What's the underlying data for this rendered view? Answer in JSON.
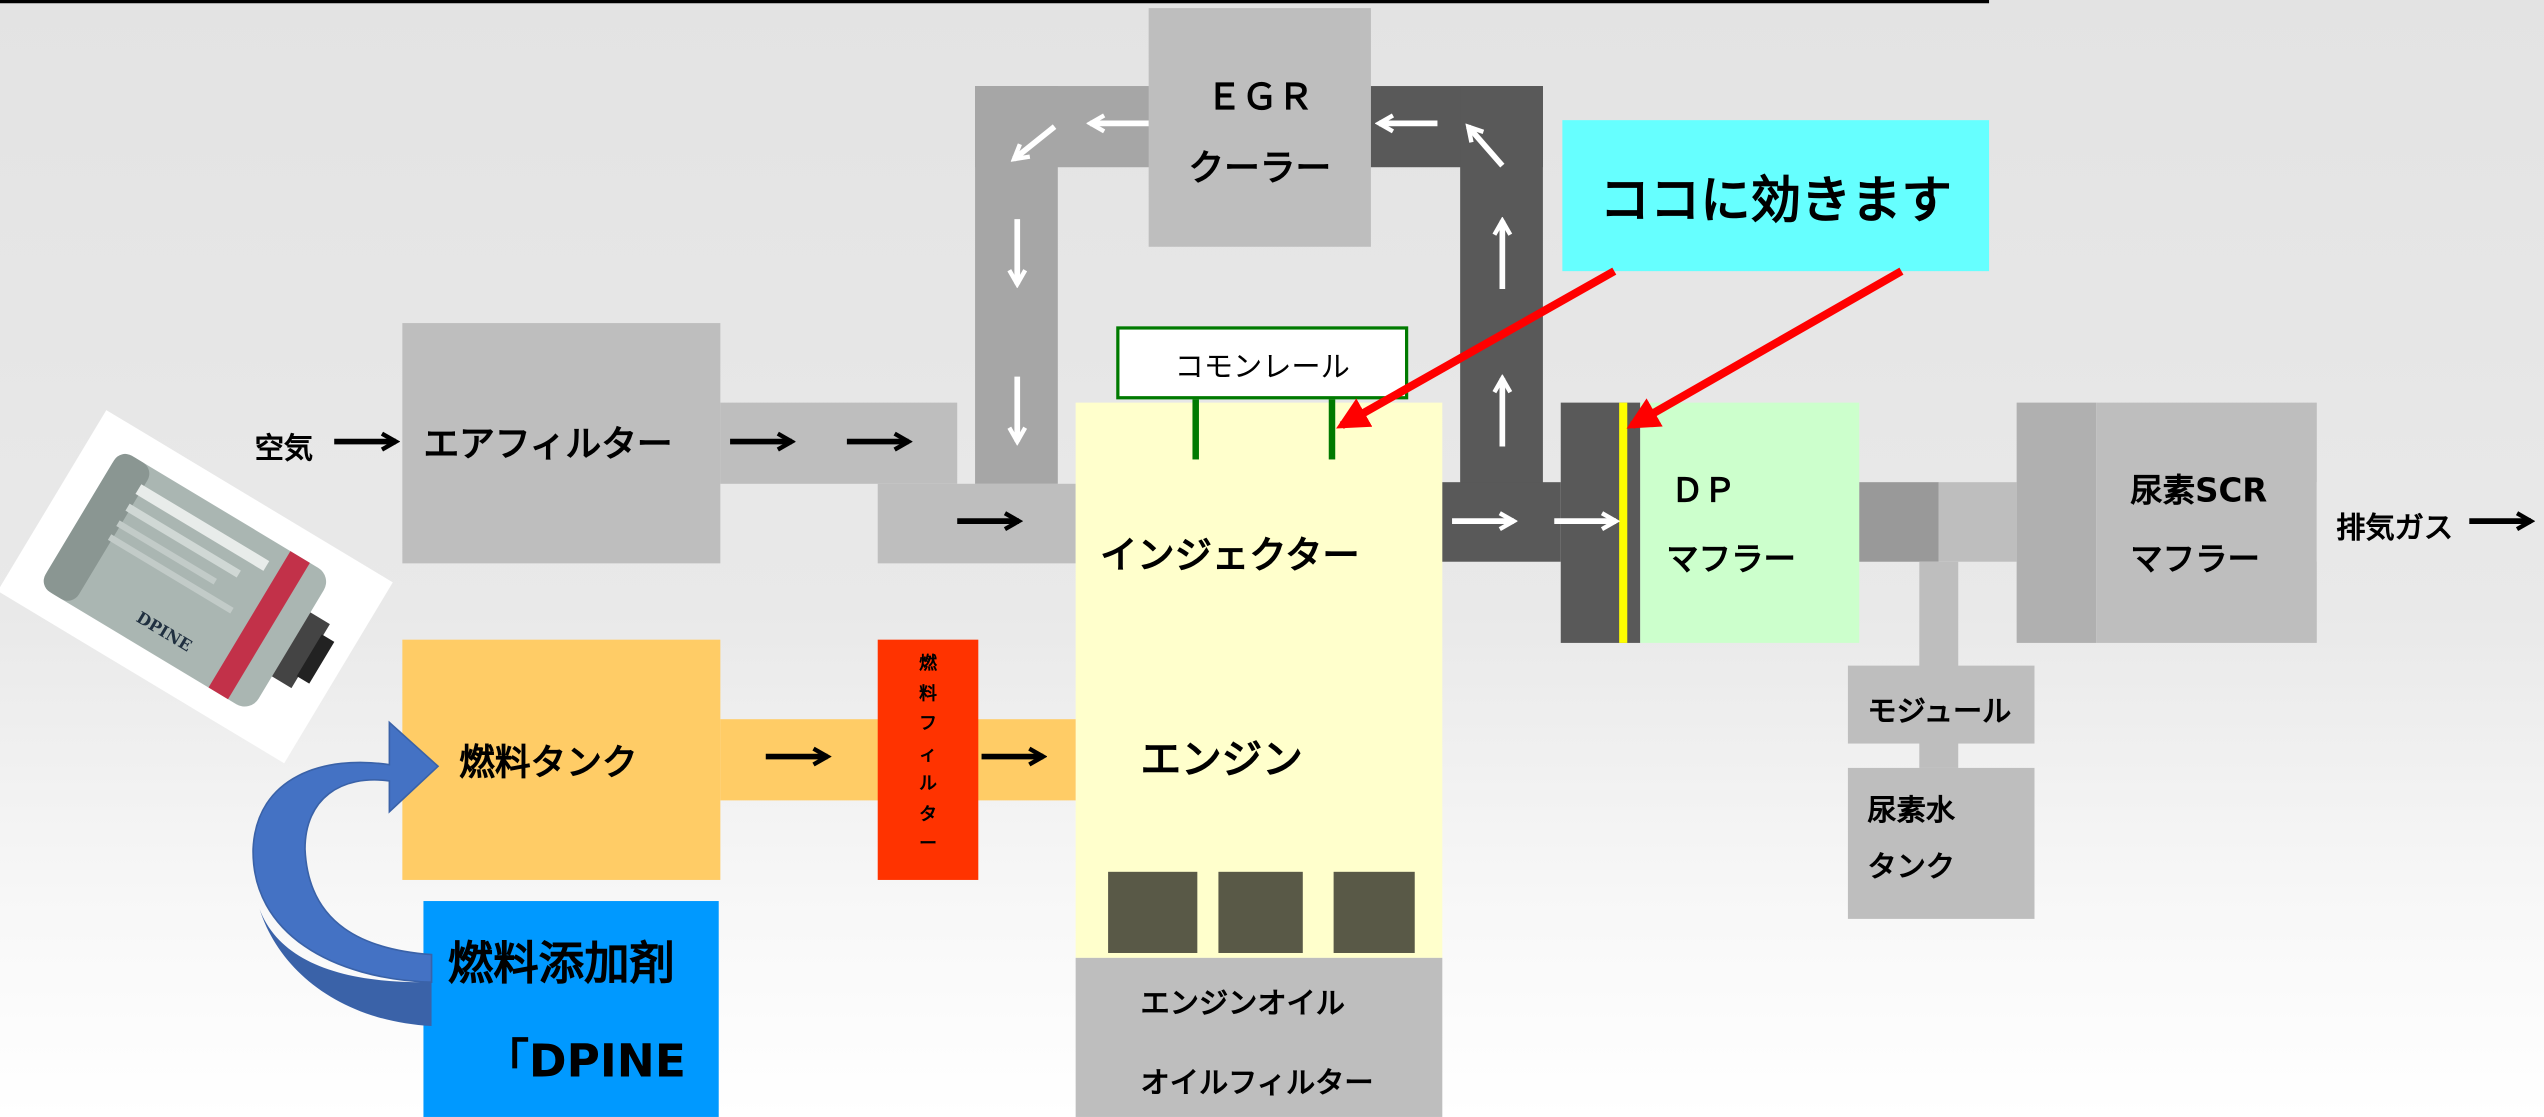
{
  "labels": {
    "air": "空気",
    "air_filter": "エアフィルター",
    "egr_line1": "ＥＧＲ",
    "egr_line2": "クーラー",
    "callout": "ココに効きます",
    "common_rail": "コモンレール",
    "injector": "インジェクター",
    "engine": "エンジン",
    "engine_oil": "エンジンオイル",
    "oil_filter": "オイルフィルター",
    "fuel_tank": "燃料タンク",
    "fuel_filter": [
      "燃",
      "料",
      "フ",
      "ィ",
      "ル",
      "タ",
      "ー"
    ],
    "additive_line1": "燃料添加剤",
    "additive_line2": "「DPINE",
    "dp_line1": "ＤＰ",
    "dp_line2": "マフラー",
    "scr_line1": "尿素SCR",
    "scr_line2": "マフラー",
    "exhaust": "排気ガス",
    "module": "モジュール",
    "urea_line1": "尿素水",
    "urea_line2": "タンク"
  },
  "can_label": "DPINE",
  "colors": {
    "light_gray": "#bebebe",
    "mid_gray": "#999999",
    "dark_gray": "#595959",
    "fuel_orange": "#ffcc66",
    "fuel_filter_red": "#ff3300",
    "engine_yellow": "#ffffcc",
    "dp_green": "#ccffcc",
    "callout_cyan": "#66ffff",
    "additive_blue": "#0099ff",
    "arrow_red": "#ff0000",
    "curved_arrow_blue": "#4472c4",
    "rail_green": "#007a00"
  }
}
